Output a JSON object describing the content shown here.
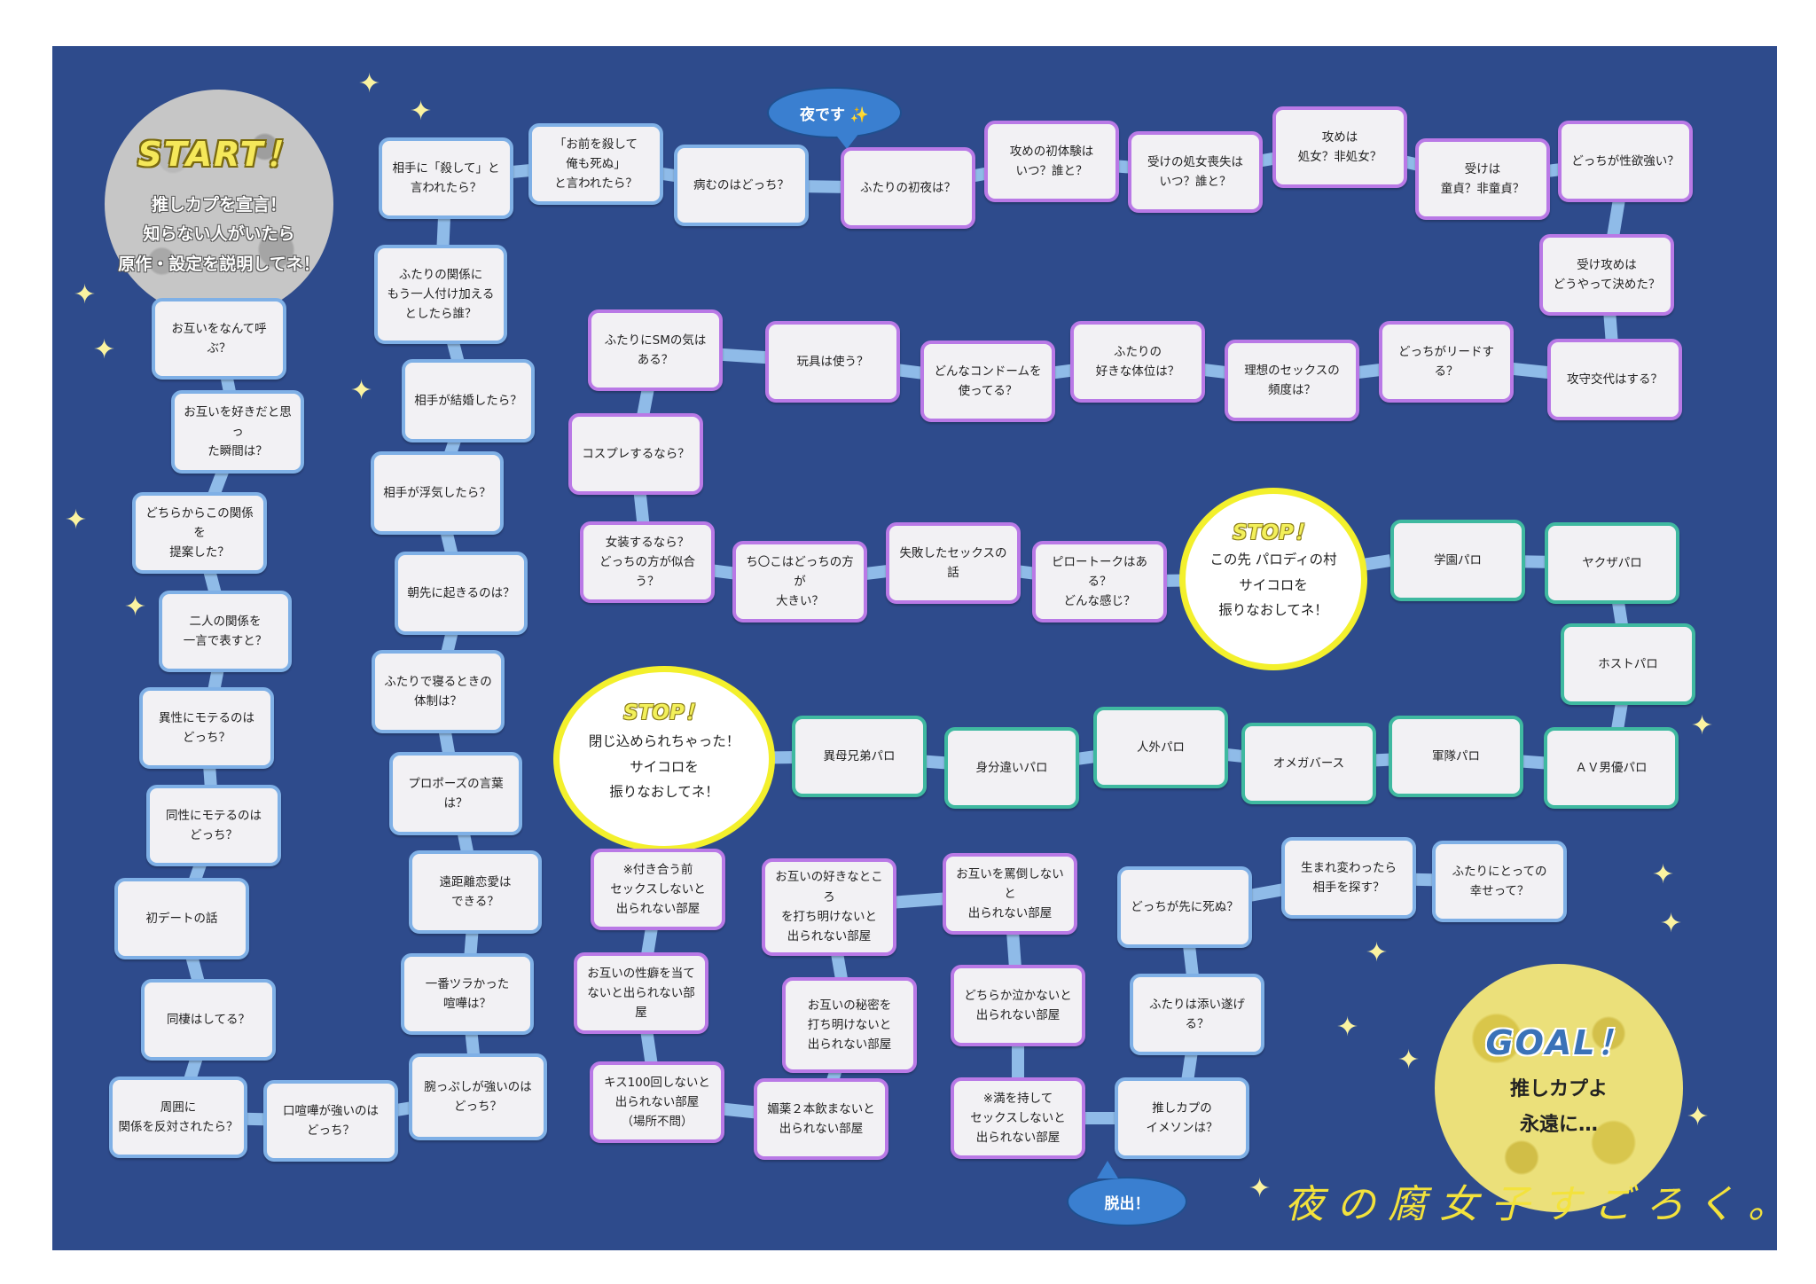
{
  "footer_title": "夜の腐女子すごろく。",
  "start": {
    "title": "START！",
    "text": "推しカプを宣言！\n知らない人がいたら\n原作・設定を説明してネ！"
  },
  "goal": {
    "title": "GOAL！",
    "text": "推しカプよ\n永遠に…"
  },
  "stops": [
    {
      "title": "STOP！",
      "text": "この先 パロディの村\nサイコロを\n振りなおしてネ！"
    },
    {
      "title": "STOP！",
      "text": "閉じ込められちゃった！\nサイコロを\n振りなおしてネ！"
    }
  ],
  "bubbles": {
    "night": "夜です ✨",
    "escape": "脱出！"
  },
  "cells": [
    {
      "text": "お互いをなんて呼ぶ？",
      "style": "blue"
    },
    {
      "text": "お互いを好きだと思っ\nた瞬間は？",
      "style": "blue"
    },
    {
      "text": "どちらからこの関係を\n提案した？",
      "style": "blue"
    },
    {
      "text": "二人の関係を\n一言で表すと？",
      "style": "blue"
    },
    {
      "text": "異性にモテるのは\nどっち？",
      "style": "blue"
    },
    {
      "text": "同性にモテるのは\nどっち？",
      "style": "blue"
    },
    {
      "text": "初デートの話",
      "style": "blue"
    },
    {
      "text": "同棲はしてる？",
      "style": "blue"
    },
    {
      "text": "周囲に\n関係を反対されたら？",
      "style": "blue"
    },
    {
      "text": "口喧嘩が強いのは\nどっち？",
      "style": "blue"
    },
    {
      "text": "腕っぷしが強いのは\nどっち？",
      "style": "blue"
    },
    {
      "text": "一番ツラかった\n喧嘩は？",
      "style": "blue"
    },
    {
      "text": "遠距離恋愛は\nできる？",
      "style": "blue"
    },
    {
      "text": "プロポーズの言葉は？",
      "style": "blue"
    },
    {
      "text": "ふたりで寝るときの\n体制は？",
      "style": "blue"
    },
    {
      "text": "朝先に起きるのは？",
      "style": "blue"
    },
    {
      "text": "相手が浮気したら？",
      "style": "blue"
    },
    {
      "text": "相手が結婚したら？",
      "style": "blue"
    },
    {
      "text": "ふたりの関係に\nもう一人付け加える\nとしたら誰？",
      "style": "blue"
    },
    {
      "text": "相手に「殺して」と\n言われたら？",
      "style": "blue"
    },
    {
      "text": "「お前を殺して\n俺も死ぬ」\nと言われたら？",
      "style": "blue"
    },
    {
      "text": "病むのはどっち？",
      "style": "blue"
    },
    {
      "text": "ふたりの初夜は？",
      "style": "purple"
    },
    {
      "text": "攻めの初体験は\nいつ？誰と？",
      "style": "purple"
    },
    {
      "text": "受けの処女喪失は\nいつ？誰と？",
      "style": "purple"
    },
    {
      "text": "攻めは\n処女？非処女？",
      "style": "purple"
    },
    {
      "text": "受けは\n童貞？非童貞？",
      "style": "purple"
    },
    {
      "text": "どっちが性欲強い？",
      "style": "purple"
    },
    {
      "text": "受け攻めは\nどうやって決めた？",
      "style": "purple"
    },
    {
      "text": "攻守交代はする？",
      "style": "purple"
    },
    {
      "text": "どっちがリードする？",
      "style": "purple"
    },
    {
      "text": "理想のセックスの\n頻度は？",
      "style": "purple"
    },
    {
      "text": "ふたりの\n好きな体位は？",
      "style": "purple"
    },
    {
      "text": "どんなコンドームを\n使ってる？",
      "style": "purple"
    },
    {
      "text": "玩具は使う？",
      "style": "purple"
    },
    {
      "text": "ふたりにSMの気は\nある？",
      "style": "purple"
    },
    {
      "text": "コスプレするなら？",
      "style": "purple"
    },
    {
      "text": "女装するなら？\nどっちの方が似合う？",
      "style": "purple"
    },
    {
      "text": "ち〇こはどっちの方が\n大きい？",
      "style": "purple"
    },
    {
      "text": "失敗したセックスの話",
      "style": "purple"
    },
    {
      "text": "ピロートークはある？\nどんな感じ？",
      "style": "purple"
    },
    {
      "text": "学園パロ",
      "style": "teal"
    },
    {
      "text": "ヤクザパロ",
      "style": "teal"
    },
    {
      "text": "ホストパロ",
      "style": "teal"
    },
    {
      "text": "ＡＶ男優パロ",
      "style": "teal"
    },
    {
      "text": "軍隊パロ",
      "style": "teal"
    },
    {
      "text": "オメガバース",
      "style": "teal"
    },
    {
      "text": "人外パロ",
      "style": "teal"
    },
    {
      "text": "身分違いパロ",
      "style": "teal"
    },
    {
      "text": "異母兄弟パロ",
      "style": "teal"
    },
    {
      "text": "※付き合う前\nセックスしないと\n出られない部屋",
      "style": "purple"
    },
    {
      "text": "お互いの性癖を当て\nないと出られない部屋",
      "style": "purple"
    },
    {
      "text": "キス100回しないと\n出られない部屋\n（場所不問）",
      "style": "purple"
    },
    {
      "text": "媚薬２本飲まないと\n出られない部屋",
      "style": "purple"
    },
    {
      "text": "お互いの秘密を\n打ち明けないと\n出られない部屋",
      "style": "purple"
    },
    {
      "text": "お互いの好きなところ\nを打ち明けないと\n出られない部屋",
      "style": "purple"
    },
    {
      "text": "お互いを罵倒しないと\n出られない部屋",
      "style": "purple"
    },
    {
      "text": "どちらか泣かないと\n出られない部屋",
      "style": "purple"
    },
    {
      "text": "※満を持して\nセックスしないと\n出られない部屋",
      "style": "purple"
    },
    {
      "text": "推しカプの\nイメソンは？",
      "style": "blue"
    },
    {
      "text": "ふたりは添い遂げる？",
      "style": "blue"
    },
    {
      "text": "どっちが先に死ぬ？",
      "style": "blue"
    },
    {
      "text": "生まれ変わったら\n相手を探す？",
      "style": "blue"
    },
    {
      "text": "ふたりにとっての\n幸せって？",
      "style": "blue"
    }
  ]
}
